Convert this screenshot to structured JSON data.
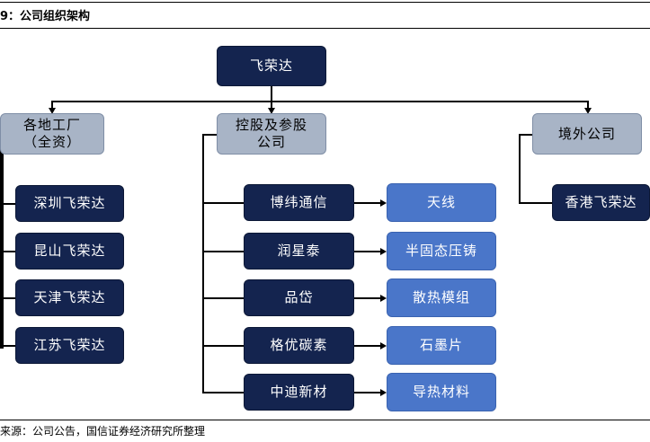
{
  "figure": {
    "caption": "9：公司组织架构",
    "source": "来源：公司公告，国信证券经济研究所整理"
  },
  "org": {
    "root": "飞荣达",
    "branches": {
      "factories": {
        "label_line1": "各地工厂",
        "label_line2": "（全资）"
      },
      "holdings": {
        "label_line1": "控股及参股",
        "label_line2": "公司"
      },
      "overseas": {
        "label": "境外公司"
      }
    },
    "factories": [
      "深圳飞荣达",
      "昆山飞荣达",
      "天津飞荣达",
      "江苏飞荣达"
    ],
    "holdings": [
      {
        "company": "博纬通信",
        "business": "天线"
      },
      {
        "company": "润星泰",
        "business": "半固态压铸"
      },
      {
        "company": "品岱",
        "business": "散热模组"
      },
      {
        "company": "格优碳素",
        "business": "石墨片"
      },
      {
        "company": "中迪新材",
        "business": "导热材料"
      }
    ],
    "overseas": [
      "香港飞荣达"
    ]
  },
  "colors": {
    "navy_box": "#14244f",
    "grey_box": "#a8b4c6",
    "blue_box": "#4a76c9",
    "connector": "#000000"
  }
}
